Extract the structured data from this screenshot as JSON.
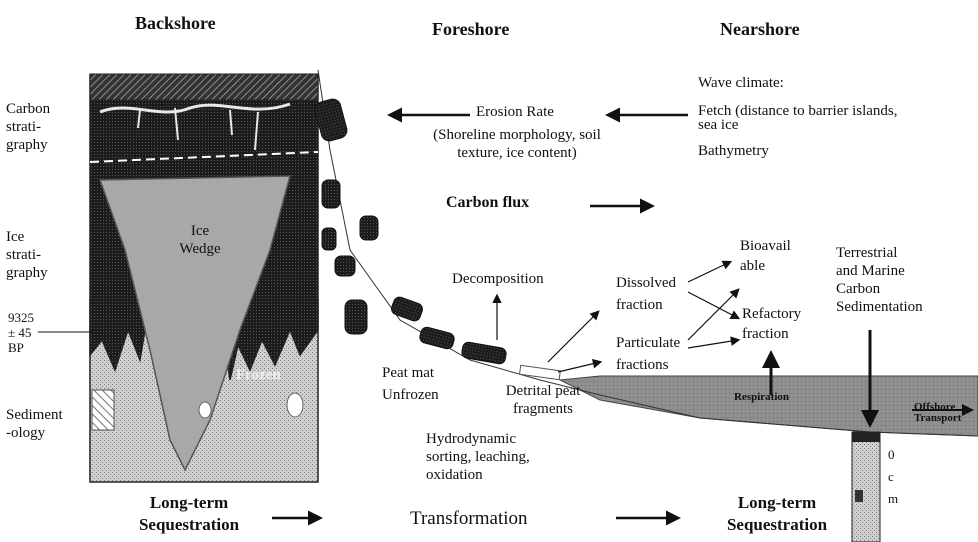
{
  "headers": {
    "backshore": "Backshore",
    "foreshore": "Foreshore",
    "nearshore": "Nearshore"
  },
  "side_labels": {
    "carbon_strat": [
      "Carbon",
      "strati-",
      "graphy"
    ],
    "ice_strat": [
      "Ice",
      "strati-",
      "graphy"
    ],
    "date": [
      "9325",
      "± 45",
      "BP"
    ],
    "sedimentology": [
      "Sediment",
      "-ology"
    ]
  },
  "profile_labels": {
    "ice_wedge": [
      "Ice",
      "Wedge"
    ],
    "frozen": "Frozen"
  },
  "wave_climate": {
    "title": "Wave climate:",
    "fetch": [
      "Fetch (distance to barrier islands,",
      "sea ice"
    ],
    "bathymetry": "Bathymetry"
  },
  "erosion": {
    "rate": "Erosion Rate",
    "details": [
      "(Shoreline morphology, soil",
      "texture, ice content)"
    ]
  },
  "carbon_flux": "Carbon flux",
  "decomposition": "Decomposition",
  "peat_mat": [
    "Peat mat",
    "Unfrozen"
  ],
  "detrital": [
    "Detrital peat",
    "fragments"
  ],
  "hydro": [
    "Hydrodynamic",
    "sorting, leaching,",
    "oxidation"
  ],
  "dissolved": [
    "Dissolved",
    "fraction"
  ],
  "particulate": [
    "Particulate",
    "fractions"
  ],
  "bioavailable": [
    "Bioavail",
    "able"
  ],
  "refactory": [
    "Refactory",
    "fraction"
  ],
  "terrestrial": [
    "Terrestrial",
    "and Marine",
    "Carbon",
    "Sedimentation"
  ],
  "respiration": "Respiration",
  "offshore": [
    "Offshore",
    "Transport"
  ],
  "core_labels": [
    "0",
    "c",
    "m"
  ],
  "bottom": {
    "long_term_left": [
      "Long-term",
      "Sequestration"
    ],
    "transformation": "Transformation",
    "long_term_right": [
      "Long-term",
      "Sequestration"
    ]
  },
  "colors": {
    "dark": "#1a1a1a",
    "ice": "#a9a9a9",
    "frozen": "#d6d6d6",
    "sea": "#8a8a8a"
  }
}
